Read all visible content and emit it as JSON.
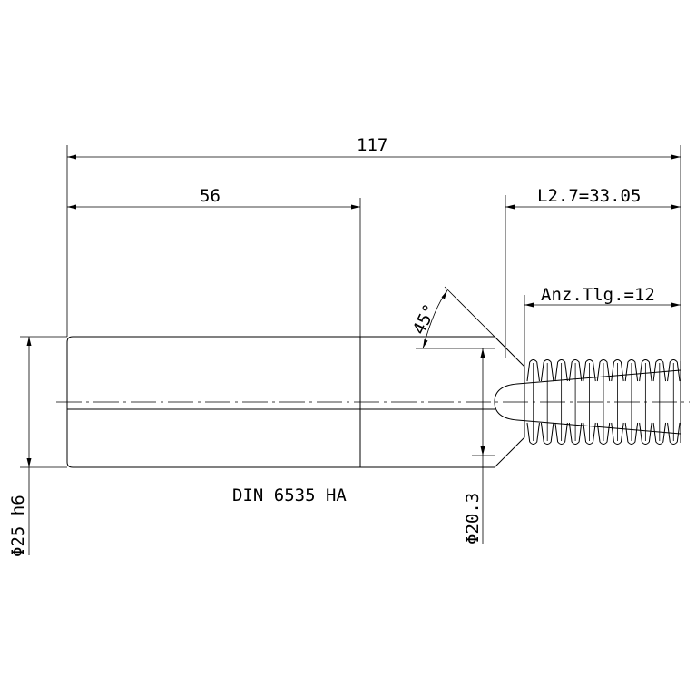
{
  "drawing": {
    "dims": {
      "overall_length": "117",
      "shank_length": "56",
      "thread_length": "L2.7=33.05",
      "teeth_count": "Anz.Tlg.=12",
      "angle": "45°",
      "shank_diameter": "Φ25 h6",
      "neck_diameter": "Φ20.3"
    },
    "standard": "DIN 6535 HA"
  }
}
